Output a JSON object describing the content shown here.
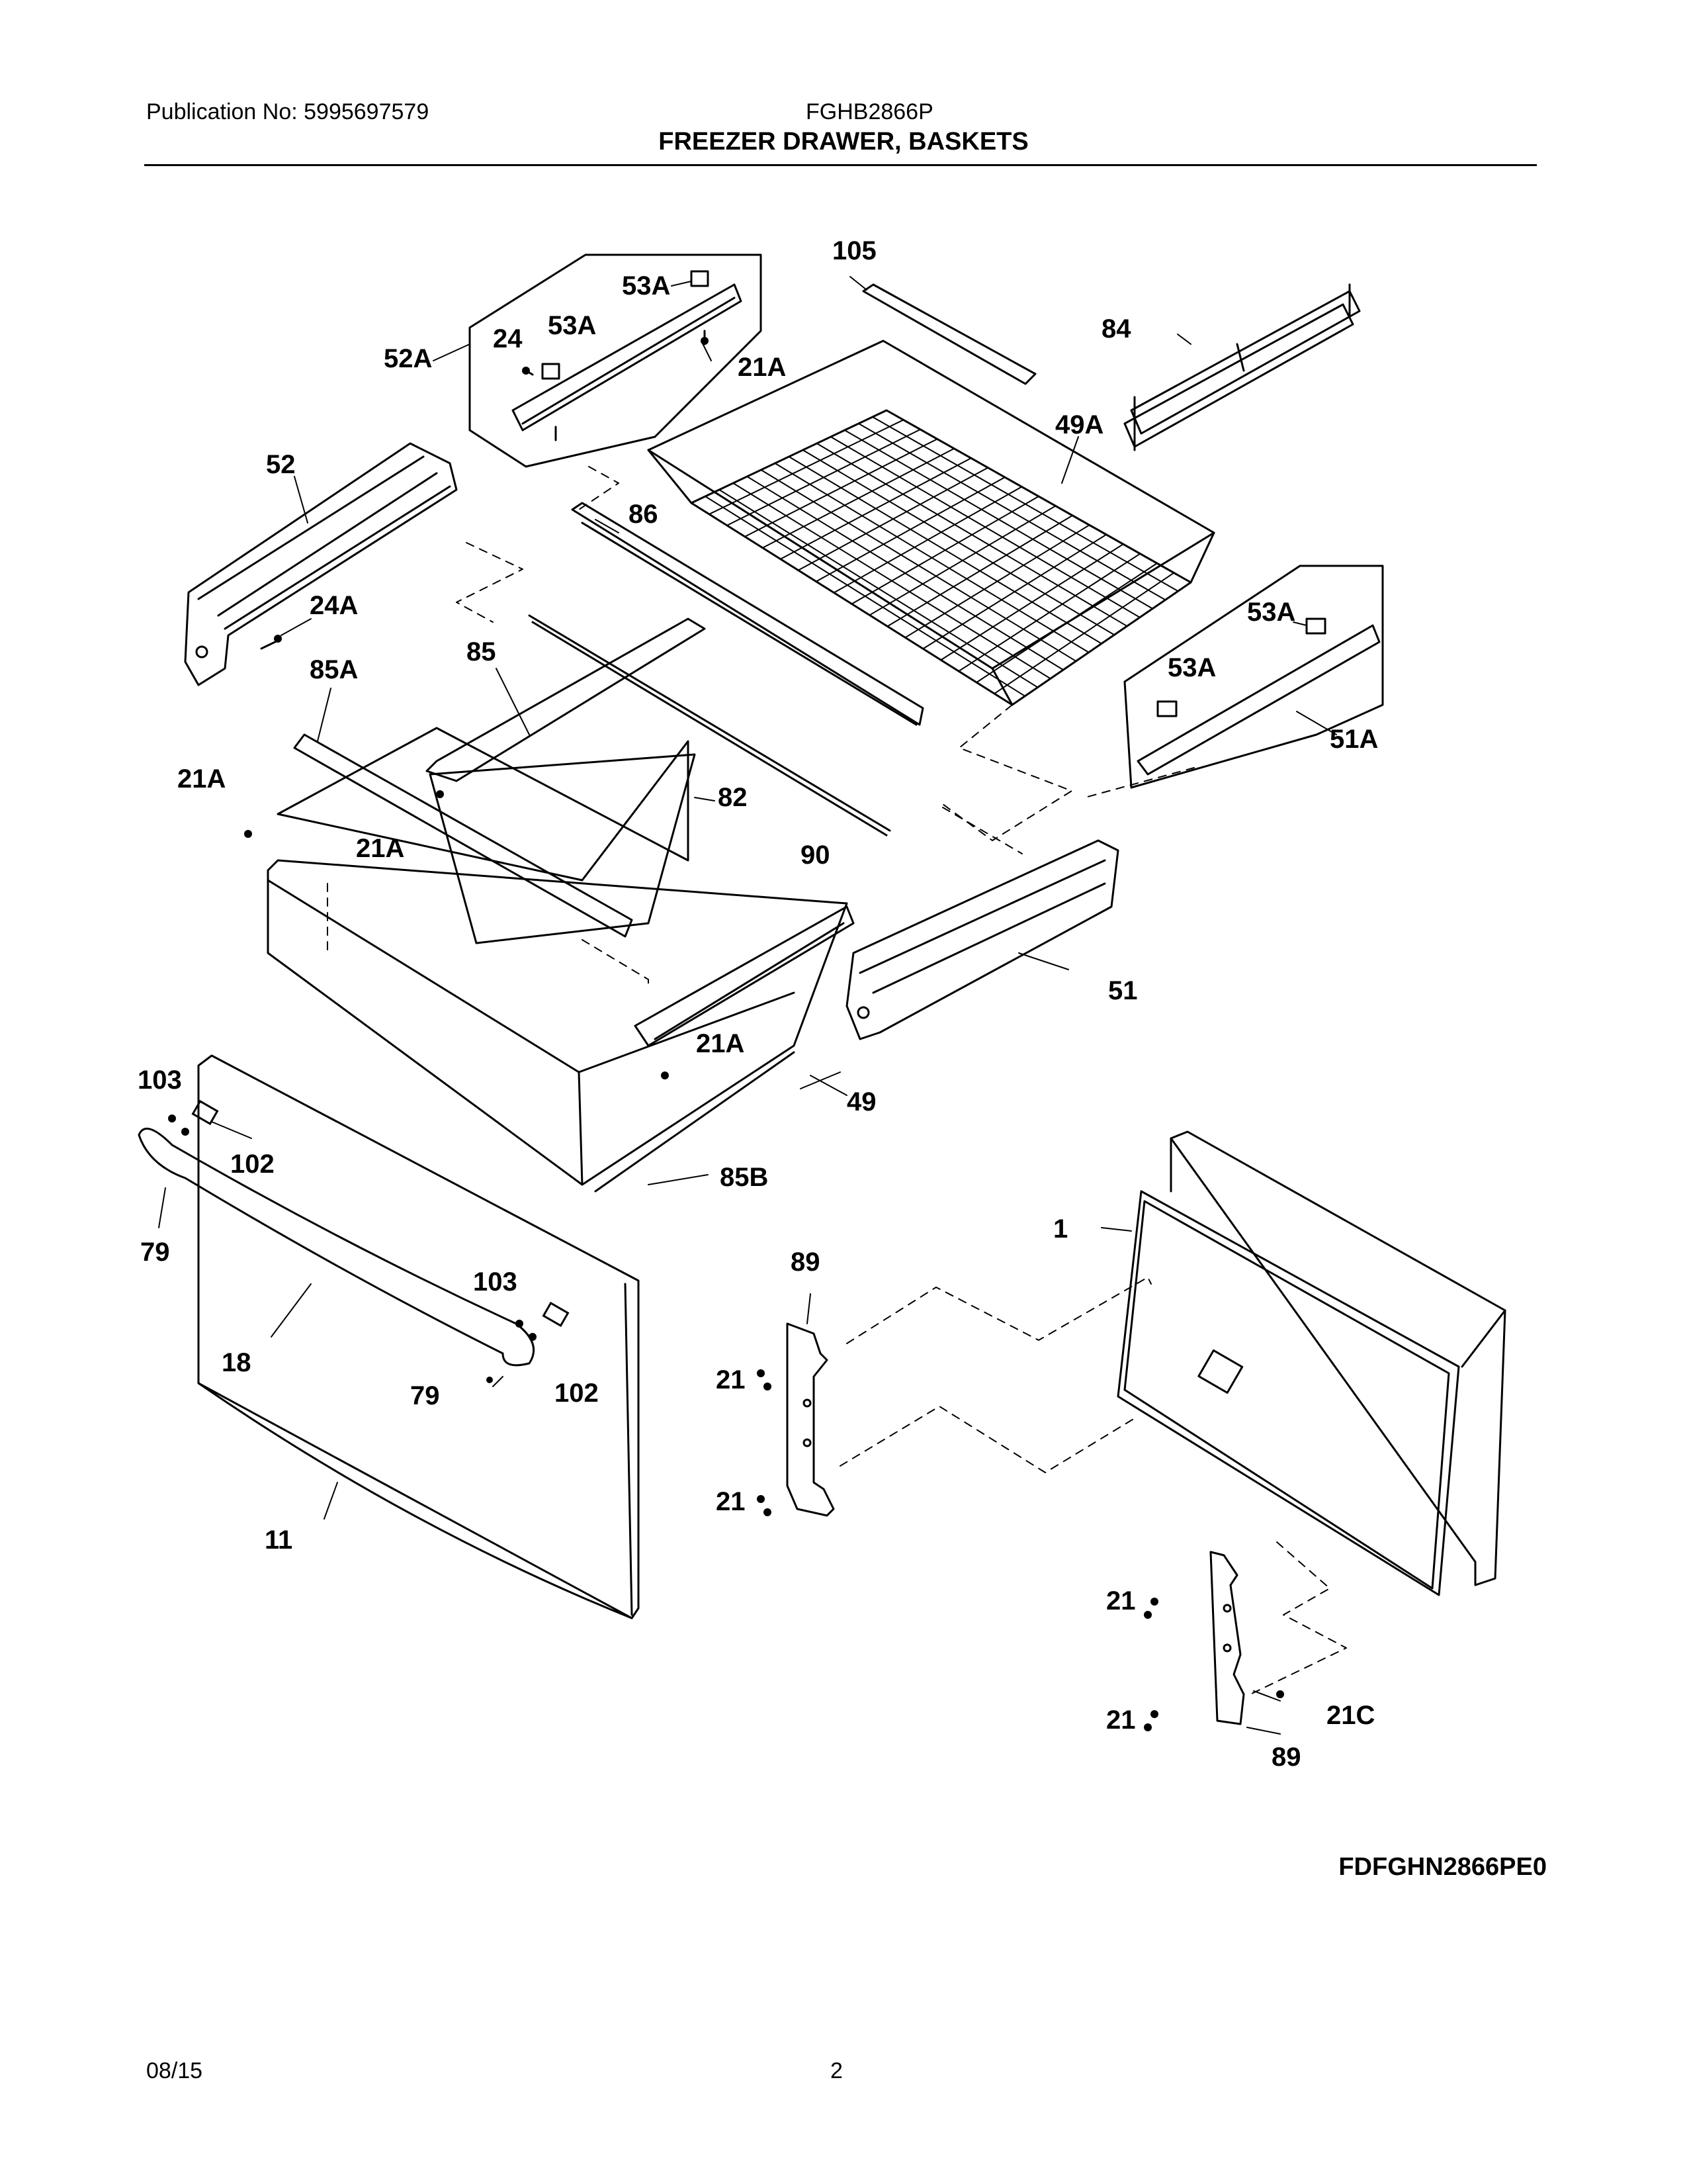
{
  "header": {
    "publication": "Publication No: 5995697579",
    "model": "FGHB2866P",
    "title": "FREEZER DRAWER, BASKETS"
  },
  "footer": {
    "date": "08/15",
    "page": "2"
  },
  "diagram": {
    "code": "FDFGHN2866PE0",
    "callouts": [
      {
        "id": "c1",
        "label": "53A"
      },
      {
        "id": "c2",
        "label": "24"
      },
      {
        "id": "c3",
        "label": "53A"
      },
      {
        "id": "c4",
        "label": "52A"
      },
      {
        "id": "c5",
        "label": "21A"
      },
      {
        "id": "c6",
        "label": "105"
      },
      {
        "id": "c7",
        "label": "84"
      },
      {
        "id": "c8",
        "label": "49A"
      },
      {
        "id": "c9",
        "label": "52"
      },
      {
        "id": "c10",
        "label": "86"
      },
      {
        "id": "c11",
        "label": "24A"
      },
      {
        "id": "c12",
        "label": "53A"
      },
      {
        "id": "c13",
        "label": "53A"
      },
      {
        "id": "c14",
        "label": "51A"
      },
      {
        "id": "c15",
        "label": "85A"
      },
      {
        "id": "c16",
        "label": "85"
      },
      {
        "id": "c17",
        "label": "21A"
      },
      {
        "id": "c18",
        "label": "82"
      },
      {
        "id": "c19",
        "label": "21A"
      },
      {
        "id": "c20",
        "label": "90"
      },
      {
        "id": "c21",
        "label": "51"
      },
      {
        "id": "c22",
        "label": "21A"
      },
      {
        "id": "c23",
        "label": "103"
      },
      {
        "id": "c24",
        "label": "49"
      },
      {
        "id": "c25",
        "label": "102"
      },
      {
        "id": "c26",
        "label": "85B"
      },
      {
        "id": "c27",
        "label": "79"
      },
      {
        "id": "c28",
        "label": "1"
      },
      {
        "id": "c29",
        "label": "89"
      },
      {
        "id": "c30",
        "label": "103"
      },
      {
        "id": "c31",
        "label": "18"
      },
      {
        "id": "c32",
        "label": "21"
      },
      {
        "id": "c33",
        "label": "79"
      },
      {
        "id": "c34",
        "label": "102"
      },
      {
        "id": "c35",
        "label": "21"
      },
      {
        "id": "c36",
        "label": "11"
      },
      {
        "id": "c37",
        "label": "21"
      },
      {
        "id": "c38",
        "label": "21"
      },
      {
        "id": "c39",
        "label": "21C"
      },
      {
        "id": "c40",
        "label": "89"
      }
    ]
  }
}
